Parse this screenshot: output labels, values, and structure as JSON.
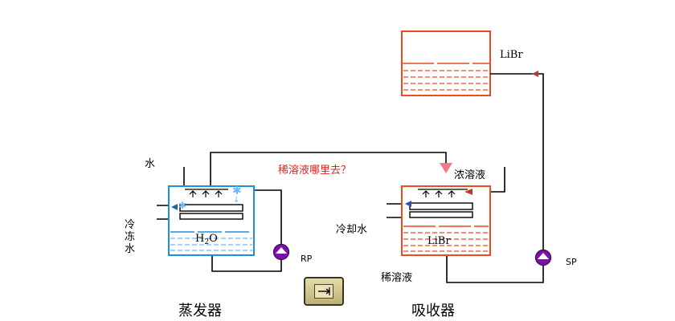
{
  "colors": {
    "line": "#000000",
    "evaporator": "#1e8fe0",
    "absorber": "#ee4a20",
    "storage": "#ee4a20",
    "pump": "#7a12a8",
    "question": "#e0241b",
    "spray": "#6ab8ff",
    "arrow_pink": "#f07a8a"
  },
  "labels": {
    "water_in": "水",
    "chilled_water": "冷冻水",
    "question": "稀溶液哪里去？",
    "strong_solution": "浓溶液",
    "cooling_water": "冷却水",
    "weak_solution": "稀溶液",
    "rp": "RP",
    "sp": "SP",
    "evaporator_fluid_main": "H",
    "evaporator_fluid_sub": "2",
    "evaporator_fluid_tail": "O",
    "absorber_fluid": "LiBr",
    "storage_fluid": "LiBr",
    "evaporator_title": "蒸发器",
    "absorber_title": "吸收器"
  },
  "icons": {
    "pump_rp": "pump-icon",
    "pump_sp": "pump-icon",
    "next_button": "next-arrow-icon"
  }
}
